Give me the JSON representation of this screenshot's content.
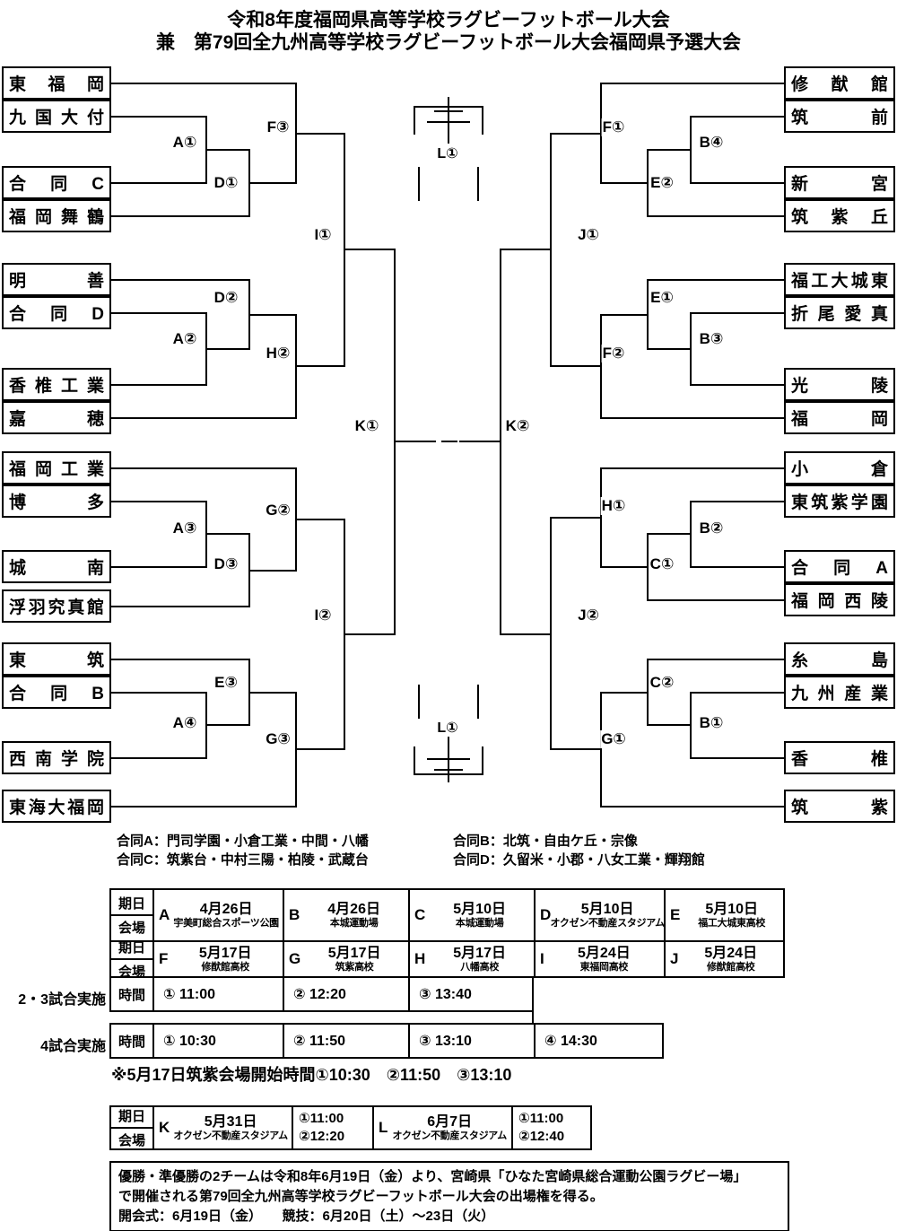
{
  "title": {
    "line1": "令和8年度福岡県高等学校ラグビーフットボール大会",
    "line2": "兼　第79回全九州高等学校ラグビーフットボール大会福岡県予選大会"
  },
  "bracket": {
    "teams_left": [
      "東福岡",
      "九国大付",
      "合同C",
      "福岡舞鶴",
      "明善",
      "合同D",
      "香椎工業",
      "嘉穂",
      "福岡工業",
      "博多",
      "城南",
      "浮羽究真館",
      "東筑",
      "合同B",
      "西南学院",
      "東海大福岡"
    ],
    "teams_right": [
      "修猷館",
      "筑前",
      "新宮",
      "筑紫丘",
      "福工大城東",
      "折尾愛真",
      "光陵",
      "福岡",
      "小倉",
      "東筑紫学園",
      "合同A",
      "福岡西陵",
      "糸島",
      "九州産業",
      "香椎",
      "筑紫"
    ],
    "labels_left": [
      "A①",
      "D①",
      "F③",
      "A②",
      "D②",
      "H②",
      "I①",
      "A③",
      "D③",
      "G②",
      "A④",
      "E③",
      "G③",
      "I②",
      "K①"
    ],
    "labels_right": [
      "F①",
      "B④",
      "E②",
      "E①",
      "B③",
      "F②",
      "J①",
      "H①",
      "B②",
      "C①",
      "C②",
      "B①",
      "G①",
      "J②",
      "K②"
    ],
    "final_labels": {
      "top": "L①",
      "bottom": "L①"
    }
  },
  "joint_teams": {
    "a": "合同A：門司学園・小倉工業・中間・八幡",
    "b": "合同B：北筑・自由ケ丘・宗像",
    "c": "合同C：筑紫台・中村三陽・柏陵・武蔵台",
    "d": "合同D：久留米・小郡・八女工業・輝翔館"
  },
  "schedule": {
    "header_date": "期日",
    "header_venue": "会場",
    "venues_row1": [
      {
        "letter": "A",
        "date": "4月26日",
        "venue": "宇美町総合スポーツ公園"
      },
      {
        "letter": "B",
        "date": "4月26日",
        "venue": "本城運動場"
      },
      {
        "letter": "C",
        "date": "5月10日",
        "venue": "本城運動場"
      },
      {
        "letter": "D",
        "date": "5月10日",
        "venue": "オクゼン不動産スタジアム"
      },
      {
        "letter": "E",
        "date": "5月10日",
        "venue": "福工大城東高校"
      }
    ],
    "venues_row2": [
      {
        "letter": "F",
        "date": "5月17日",
        "venue": "修猷館高校"
      },
      {
        "letter": "G",
        "date": "5月17日",
        "venue": "筑紫高校"
      },
      {
        "letter": "H",
        "date": "5月17日",
        "venue": "八幡高校"
      },
      {
        "letter": "I",
        "date": "5月24日",
        "venue": "東福岡高校"
      },
      {
        "letter": "J",
        "date": "5月24日",
        "venue": "修猷館高校"
      }
    ],
    "times_23": {
      "label": "2・3試合実施",
      "header": "時間",
      "slots": [
        "① 11:00",
        "② 12:20",
        "③ 13:40"
      ]
    },
    "times_4": {
      "label": "4試合実施",
      "header": "時間",
      "slots": [
        "① 10:30",
        "② 11:50",
        "③ 13:10",
        "④ 14:30"
      ]
    },
    "note": "※5月17日筑紫会場開始時間①10:30　②11:50　③13:10",
    "finals": [
      {
        "letter": "K",
        "date": "5月31日",
        "venue": "オクゼン不動産スタジアム",
        "times": [
          "①11:00",
          "②12:20"
        ]
      },
      {
        "letter": "L",
        "date": "6月7日",
        "venue": "オクゼン不動産スタジアム",
        "times": [
          "①11:00",
          "②12:40"
        ]
      }
    ]
  },
  "qualification_note": {
    "line1": "優勝・準優勝の2チームは令和8年6月19日（金）より、宮崎県「ひなた宮崎県総合運動公園ラグビー場」",
    "line2": "で開催される第79回全九州高等学校ラグビーフットボール大会の出場権を得る。",
    "line3": "開会式：6月19日（金）　　競技：6月20日（土）～23日（火）"
  }
}
